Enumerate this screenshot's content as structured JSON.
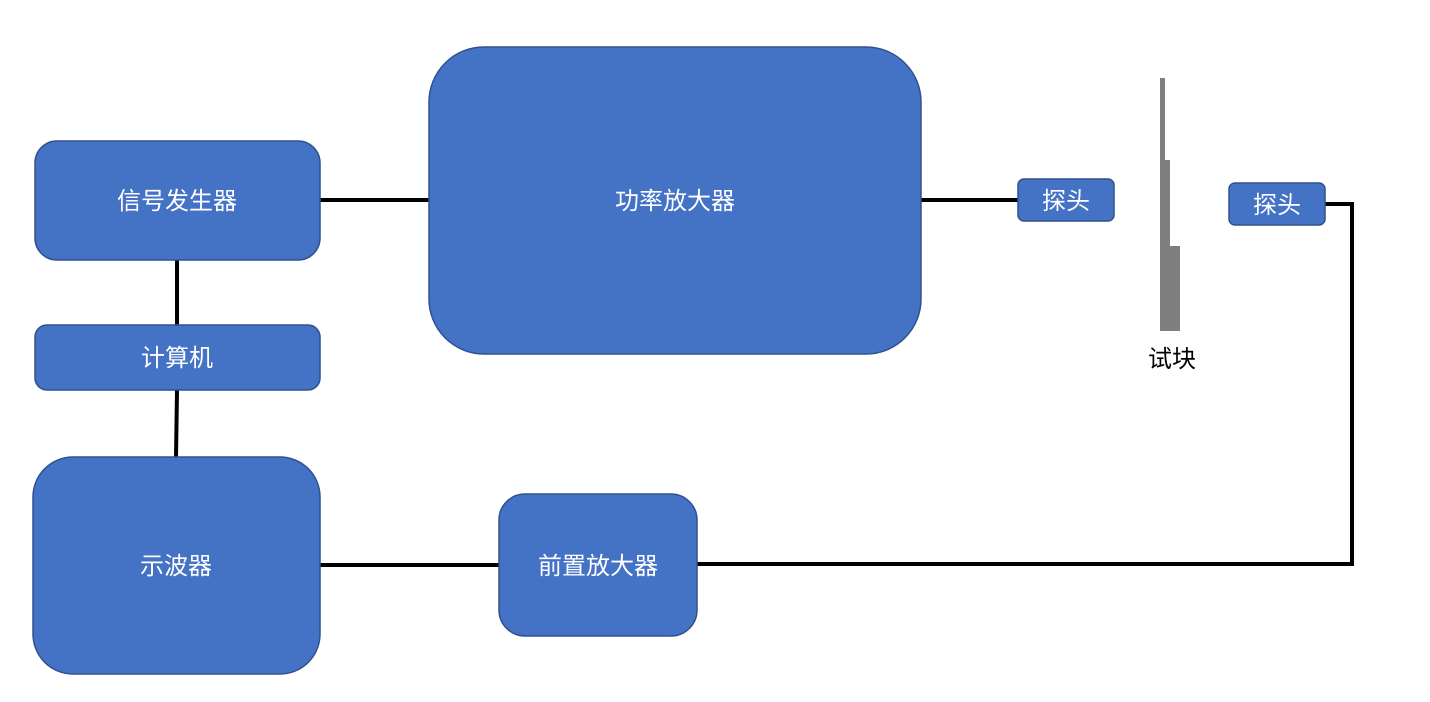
{
  "diagram": {
    "blocks": {
      "signal_generator": "信号发生器",
      "power_amplifier": "功率放大器",
      "computer": "计算机",
      "oscilloscope": "示波器",
      "preamplifier": "前置放大器",
      "probe_transmit": "探头",
      "probe_receive": "探头"
    },
    "specimen_label": "试块",
    "colors": {
      "block_fill": "#4472c4",
      "block_border": "#2f528f",
      "block_text": "#ffffff",
      "wire": "#000000",
      "specimen": "#7f7f7f"
    }
  }
}
